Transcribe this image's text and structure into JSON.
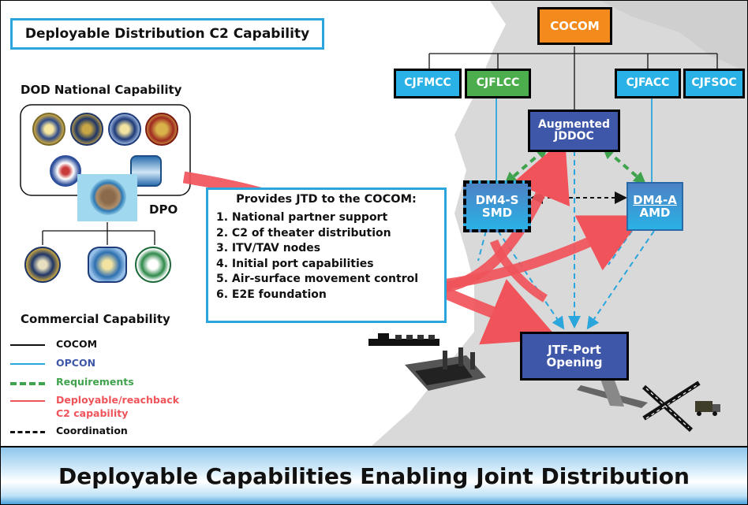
{
  "title": "Deployable Distribution C2 Capability",
  "footer_title": "Deployable Capabilities Enabling Joint Distribution",
  "left": {
    "dod_heading": "DOD National Capability",
    "dpo_label": "DPO",
    "commercial_heading": "Commercial Capability"
  },
  "nodes": {
    "cocom": "COCOM",
    "cjfmcc": "CJFMCC",
    "cjflcc": "CJFLCC",
    "cjfacc": "CJFACC",
    "cjfsoc": "CJFSOC",
    "jddoc_line1": "Augmented",
    "jddoc_line2": "JDDOC",
    "dm4s_line1": "DM4-S",
    "dm4s_line2": "SMD",
    "dm4a_line1": "DM4-A",
    "dm4a_line2": "AMD",
    "jtf_line1": "JTF-Port",
    "jtf_line2": "Opening"
  },
  "info": {
    "heading": "Provides JTD to the COCOM:",
    "items": [
      "1. National partner support",
      "2. C2 of theater distribution",
      "3. ITV/TAV nodes",
      "4. Initial port capabilities",
      "5. Air-surface movement control",
      "6. E2E foundation"
    ]
  },
  "legend": [
    {
      "label": "COCOM",
      "color": "#111111",
      "style": "solid"
    },
    {
      "label": "OPCON",
      "color": "#2aa6dc",
      "style": "solid"
    },
    {
      "label": "Requirements",
      "color": "#3fa34d",
      "style": "dashed"
    },
    {
      "label": "Deployable/reachback",
      "label2": "C2 capability",
      "color": "#f0545a",
      "style": "solid"
    },
    {
      "label": "Coordination",
      "color": "#111111",
      "style": "dashed"
    }
  ],
  "colors": {
    "cocom_fill": "#f48a1c",
    "cjflcc_fill": "#4cad4c",
    "cjf_fill": "#2ab1e6",
    "jddoc_fill": "#3f57a8",
    "jtf_fill": "#3f57a8",
    "opcon": "#2aa6dc",
    "requirements": "#3fa34d",
    "reachback": "#f0545a",
    "land": "#d9d9d9"
  }
}
